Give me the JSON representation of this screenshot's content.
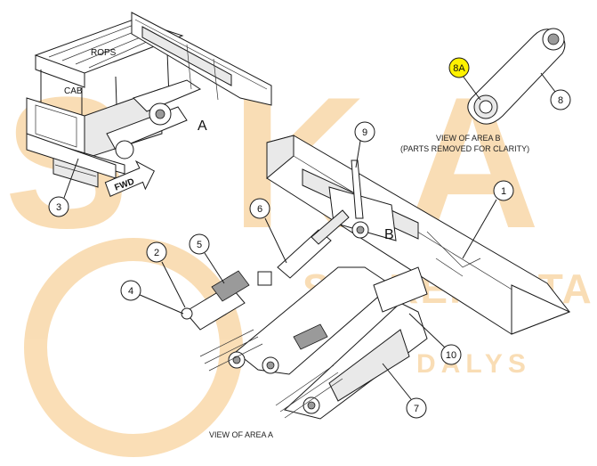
{
  "watermark": {
    "letters": [
      "S",
      "K",
      "A"
    ],
    "brand": "SPAREPARTA",
    "sub": "DALYS",
    "color": "#F5C37A"
  },
  "labels": {
    "rops": "ROPS",
    "cab": "CAB",
    "fwd": "FWD",
    "area_a": "A",
    "area_b": "B"
  },
  "captions": {
    "view_b_line1": "VIEW OF AREA B",
    "view_b_line2": "(PARTS REMOVED FOR CLARITY)",
    "view_a": "VIEW OF AREA A"
  },
  "callouts": [
    {
      "id": "1",
      "text": "1"
    },
    {
      "id": "2",
      "text": "2"
    },
    {
      "id": "3",
      "text": "3"
    },
    {
      "id": "4",
      "text": "4"
    },
    {
      "id": "5",
      "text": "5"
    },
    {
      "id": "6",
      "text": "6"
    },
    {
      "id": "7",
      "text": "7"
    },
    {
      "id": "8",
      "text": "8"
    },
    {
      "id": "8A",
      "text": "8A",
      "highlight": "#FFF200"
    },
    {
      "id": "9",
      "text": "9"
    },
    {
      "id": "10",
      "text": "10"
    }
  ]
}
